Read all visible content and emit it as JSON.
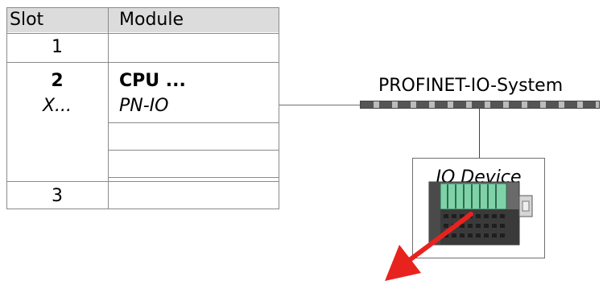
{
  "table": {
    "headers": {
      "slot": "Slot",
      "module": "Module"
    },
    "rows": [
      {
        "slot": "1",
        "module": ""
      },
      {
        "slot": "2",
        "module": "CPU ..."
      },
      {
        "slot": "X...",
        "module": "PN-IO"
      },
      {
        "slot": "",
        "module": ""
      },
      {
        "slot": "",
        "module": ""
      },
      {
        "slot": "3",
        "module": ""
      }
    ]
  },
  "network": {
    "label": "PROFINET-IO-System"
  },
  "device": {
    "label": "IO Device"
  },
  "colors": {
    "module_green": "#7fd2a8",
    "arrow_red": "#e8231e",
    "bus_dark": "#555555",
    "bus_light": "#bcbcbc"
  }
}
